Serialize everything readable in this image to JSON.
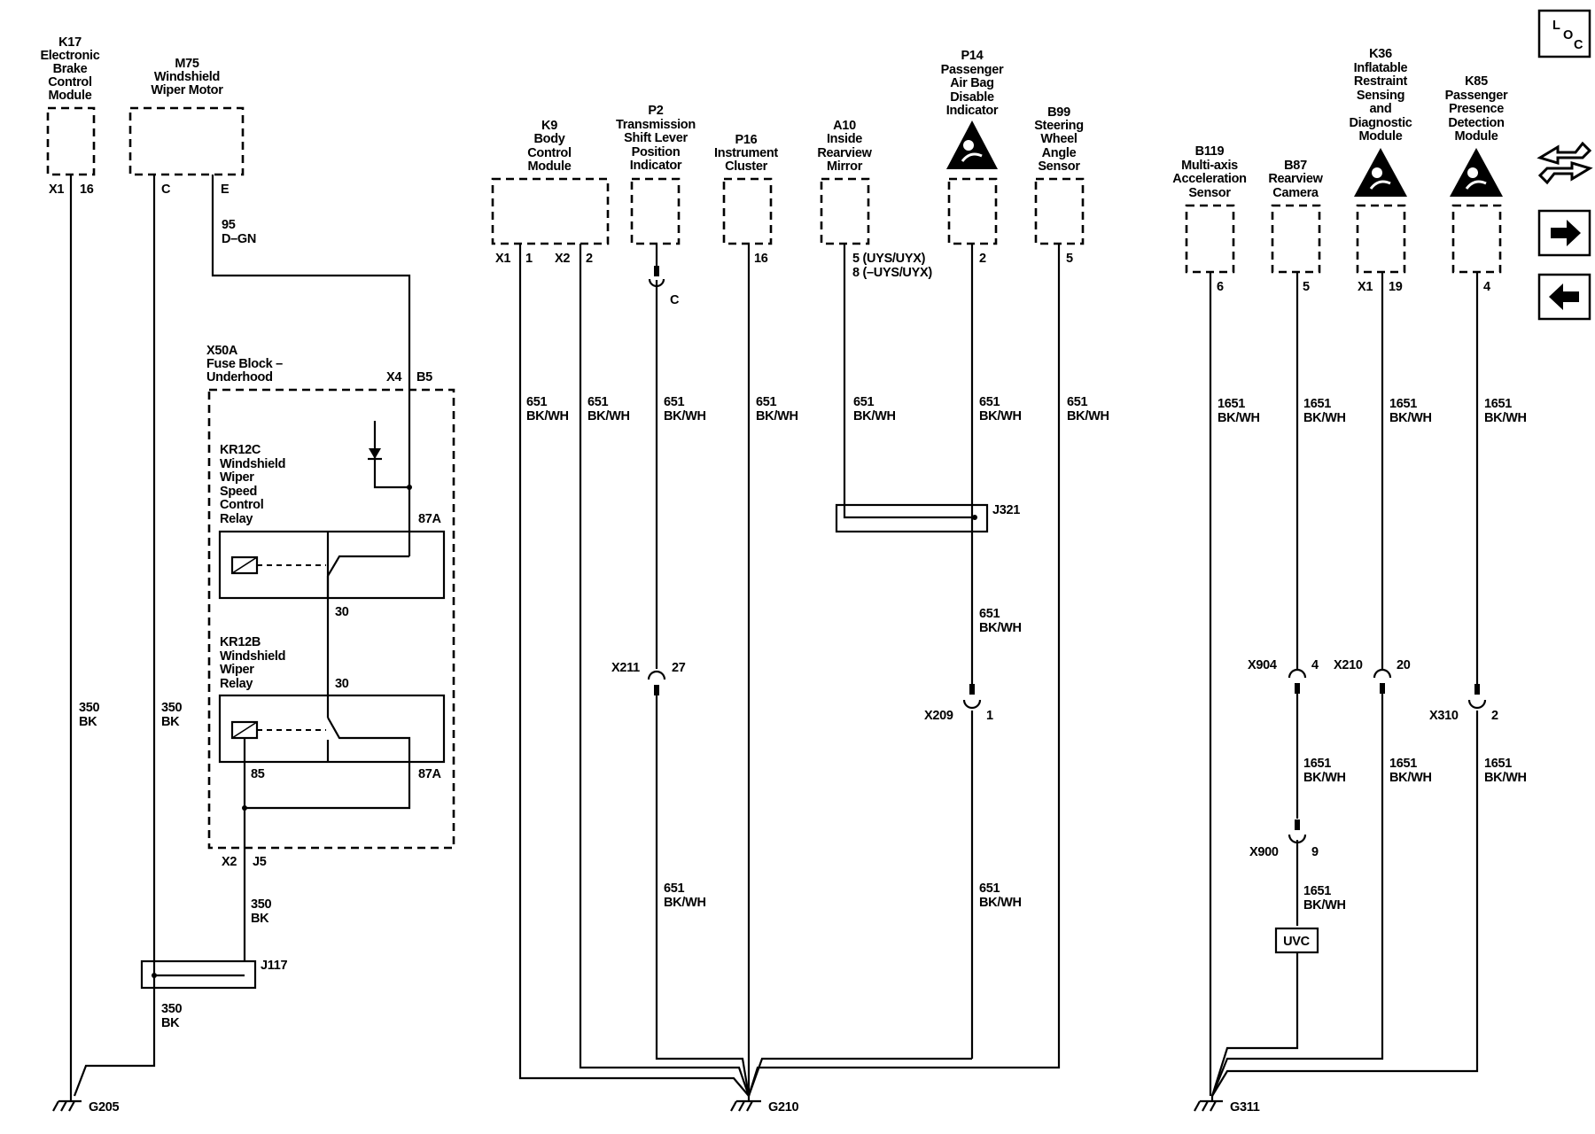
{
  "components": {
    "k17": {
      "lines": [
        "K17",
        "Electronic",
        "Brake",
        "Control",
        "Module"
      ],
      "pins": [
        "X1",
        "16"
      ]
    },
    "m75": {
      "lines": [
        "M75",
        "Windshield",
        "Wiper Motor"
      ],
      "pins": [
        "C",
        "E"
      ]
    },
    "x50a": {
      "lines": [
        "X50A",
        "Fuse Block –",
        "Underhood"
      ],
      "top_pins": [
        "X4",
        "B5"
      ],
      "bottom_pins": [
        "X2",
        "J5"
      ]
    },
    "kr12c": {
      "lines": [
        "KR12C",
        "Windshield",
        "Wiper",
        "Speed",
        "Control",
        "Relay"
      ],
      "pin_87a": "87A",
      "pin_30": "30"
    },
    "kr12b": {
      "lines": [
        "KR12B",
        "Windshield",
        "Wiper",
        "Relay"
      ],
      "pin_30": "30",
      "pin_85": "85",
      "pin_87a": "87A"
    },
    "k9": {
      "lines": [
        "K9",
        "Body",
        "Control",
        "Module"
      ],
      "pins": [
        "X1",
        "1",
        "X2",
        "2"
      ]
    },
    "p2": {
      "lines": [
        "P2",
        "Transmission",
        "Shift Lever",
        "Position",
        "Indicator"
      ],
      "pin": "C"
    },
    "p16": {
      "lines": [
        "P16",
        "Instrument",
        "Cluster"
      ],
      "pin": "16"
    },
    "a10": {
      "lines": [
        "A10",
        "Inside",
        "Rearview",
        "Mirror"
      ],
      "pins": [
        "5 (UYS/UYX)",
        "8 (–UYS/UYX)"
      ]
    },
    "p14": {
      "lines": [
        "P14",
        "Passenger",
        "Air Bag",
        "Disable",
        "Indicator"
      ],
      "pin": "2"
    },
    "b99": {
      "lines": [
        "B99",
        "Steering",
        "Wheel",
        "Angle",
        "Sensor"
      ],
      "pin": "5"
    },
    "b119": {
      "lines": [
        "B119",
        "Multi-axis",
        "Acceleration",
        "Sensor"
      ],
      "pin": "6"
    },
    "b87": {
      "lines": [
        "B87",
        "Rearview",
        "Camera"
      ],
      "pin": "5"
    },
    "k36": {
      "lines": [
        "K36",
        "Inflatable",
        "Restraint",
        "Sensing",
        "and",
        "Diagnostic",
        "Module"
      ],
      "pins": [
        "X1",
        "19"
      ]
    },
    "k85": {
      "lines": [
        "K85",
        "Passenger",
        "Presence",
        "Detection",
        "Module"
      ],
      "pin": "4"
    }
  },
  "wires": {
    "w95": [
      "95",
      "D–GN"
    ],
    "w350": [
      "350",
      "BK"
    ],
    "w651": [
      "651",
      "BK/WH"
    ],
    "w1651": [
      "1651",
      "BK/WH"
    ]
  },
  "connectors": {
    "x211": [
      "X211",
      "27"
    ],
    "x209": [
      "X209",
      "1"
    ],
    "x904": [
      "X904",
      "4"
    ],
    "x210": [
      "X210",
      "20"
    ],
    "x310": [
      "X310",
      "2"
    ],
    "x900": [
      "X900",
      "9"
    ]
  },
  "splices": {
    "j117": "J117",
    "j321": "J321"
  },
  "grounds": {
    "g205": "G205",
    "g210": "G210",
    "g311": "G311"
  },
  "uvc_label": "UVC",
  "nav": {
    "loc_l": "L",
    "loc_o": "O",
    "loc_c": "C"
  }
}
